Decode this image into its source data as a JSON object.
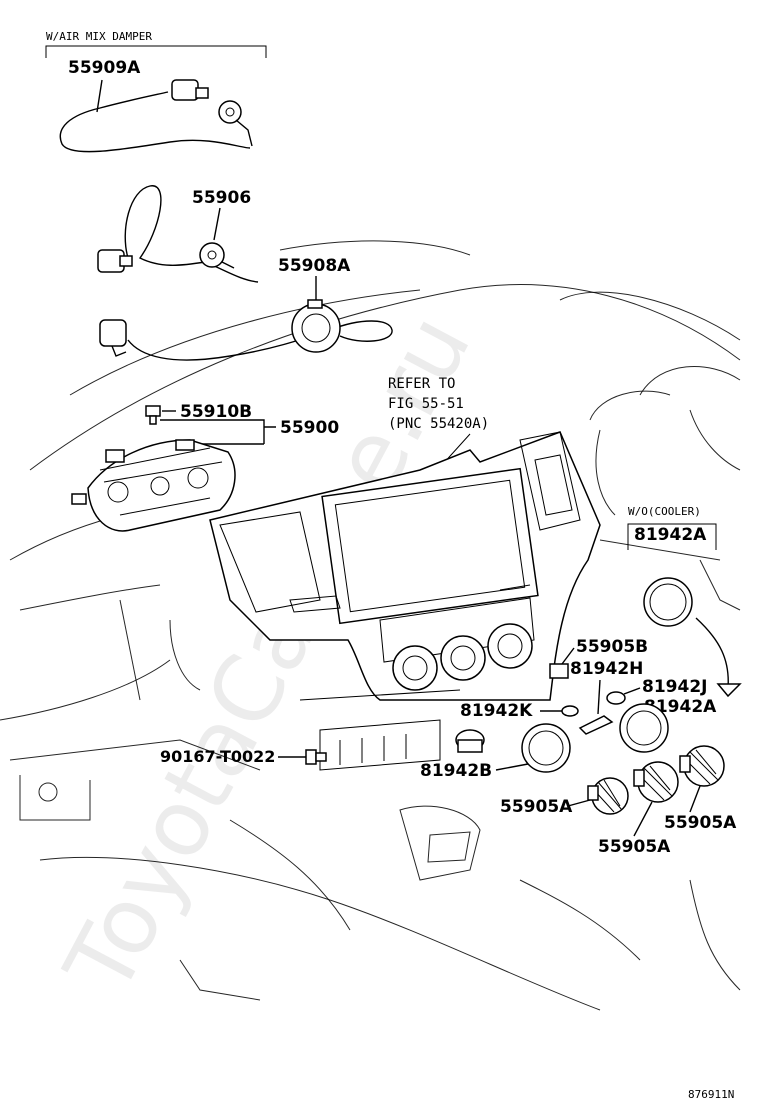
{
  "header_note": "W/AIR MIX DAMPER",
  "refer_note": {
    "line1": "REFER TO",
    "line2": "FIG 55-51",
    "line3": "(PNC 55420A)"
  },
  "cooler_note": "W/O(COOLER)",
  "parts": {
    "p55909A": "55909A",
    "p55906": "55906",
    "p55908A": "55908A",
    "p55910B": "55910B",
    "p55900": "55900",
    "p81942A_top": "81942A",
    "p55905B": "55905B",
    "p81942H": "81942H",
    "p81942J": "81942J",
    "p81942K": "81942K",
    "p81942A_right": "81942A",
    "p90167": "90167-T0022",
    "p81942B": "81942B",
    "p55905A_left": "55905A",
    "p55905A_right": "55905A",
    "p55905A_bottom": "55905A"
  },
  "figure_id": "876911N",
  "watermark": "ToyotaCarline.ru",
  "icons": {
    "cable": "cable-icon",
    "control_unit": "control-unit-icon",
    "knob": "knob-icon",
    "ring": "ring-icon",
    "bolt": "bolt-icon"
  }
}
